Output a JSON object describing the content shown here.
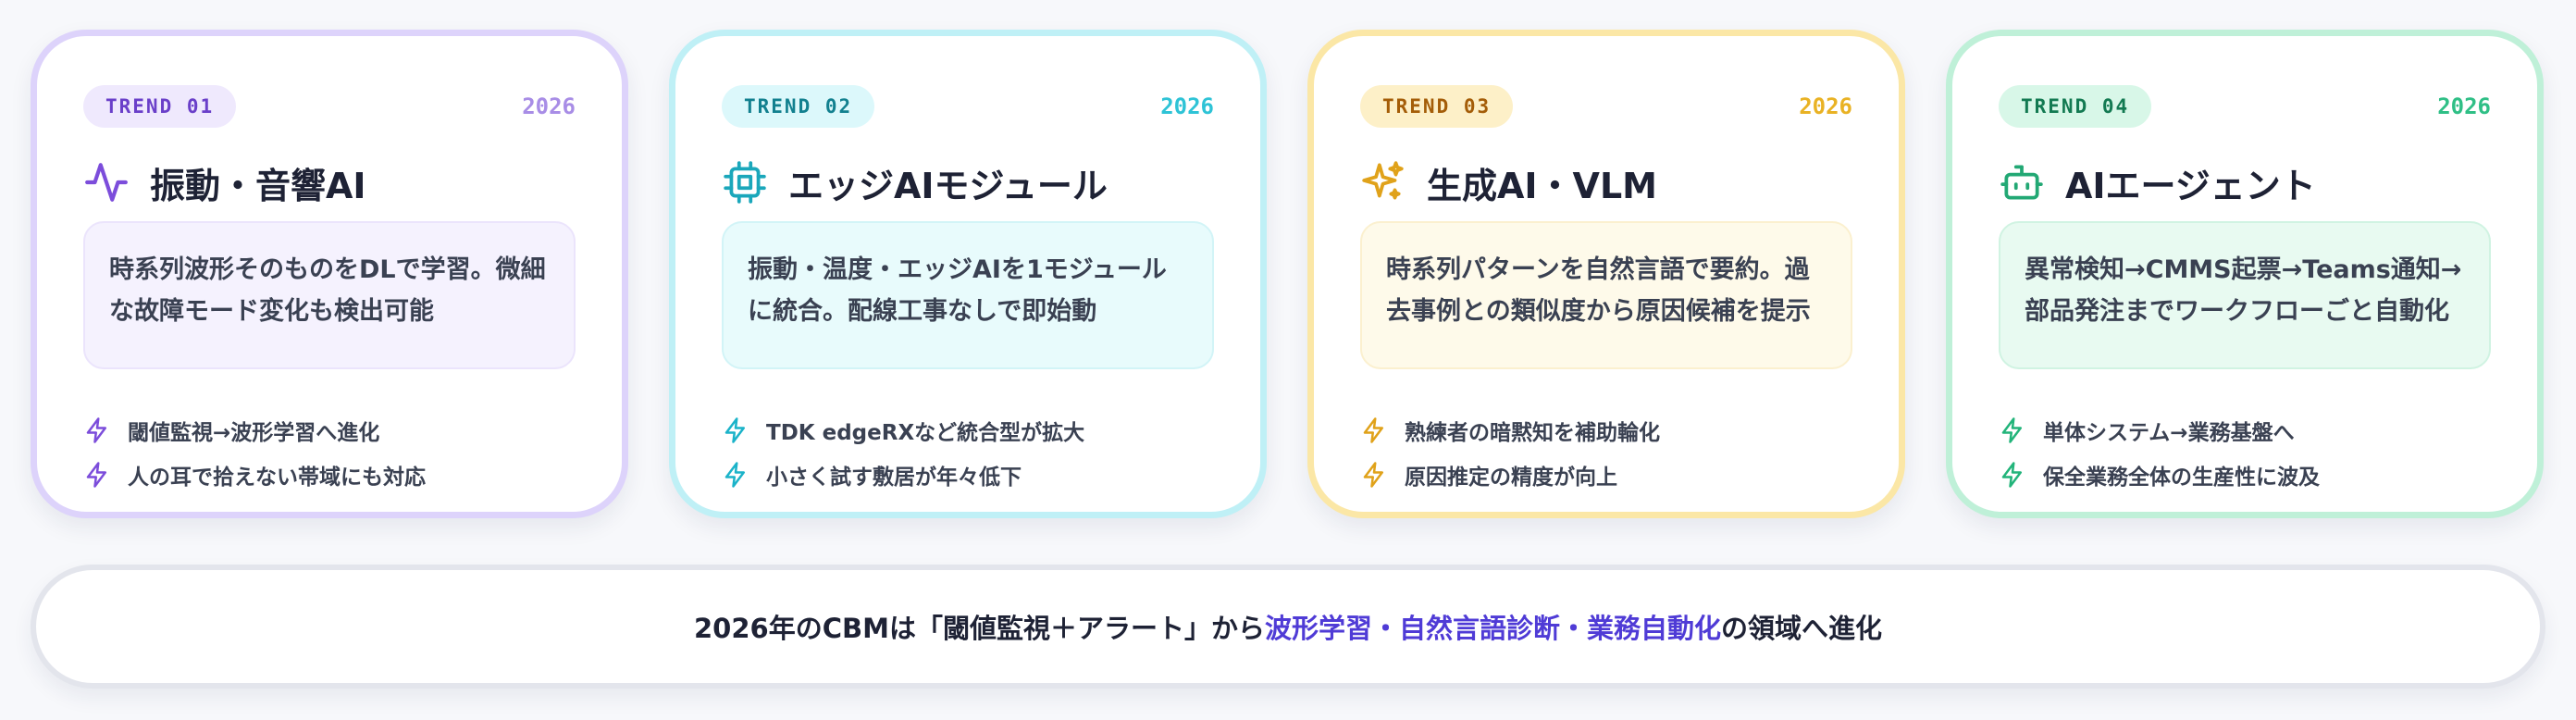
{
  "colors": {
    "purple": "#7c4ddb",
    "cyan": "#1bb3c9",
    "amber": "#e0a21a",
    "green": "#22b47a",
    "highlight": "#4f3bd6"
  },
  "cards": [
    {
      "tag": "TREND 01",
      "year": "2026",
      "icon": "activity-wave-icon",
      "title": "振動・音響AI",
      "description": [
        "時系列波形そのものをDLで学習。微細",
        "な故障モード変化も検出可能"
      ],
      "bullets": [
        "閾値監視→波形学習へ進化",
        "人の耳で拾えない帯域にも対応"
      ]
    },
    {
      "tag": "TREND 02",
      "year": "2026",
      "icon": "chip-icon",
      "title": "エッジAIモジュール",
      "description": [
        "振動・温度・エッジAIを1モジュール",
        "に統合。配線工事なしで即始動"
      ],
      "bullets": [
        "TDK edgeRXなど統合型が拡大",
        "小さく試す敷居が年々低下"
      ]
    },
    {
      "tag": "TREND 03",
      "year": "2026",
      "icon": "sparkles-icon",
      "title": "生成AI・VLM",
      "description": [
        "時系列パターンを自然言語で要約。過",
        "去事例との類似度から原因候補を提示"
      ],
      "bullets": [
        "熟練者の暗黙知を補助輪化",
        "原因推定の精度が向上"
      ]
    },
    {
      "tag": "TREND 04",
      "year": "2026",
      "icon": "robot-icon",
      "title": "AIエージェント",
      "description": [
        "異常検知→CMMS起票→Teams通知→",
        "部品発注までワークフローごと自動化"
      ],
      "bullets": [
        "単体システム→業務基盤へ",
        "保全業務全体の生産性に波及"
      ]
    }
  ],
  "summary": {
    "prefix": "2026年のCBMは「閾値監視＋アラート」から",
    "highlight": "波形学習・自然言語診断・業務自動化",
    "suffix": "の領域へ進化"
  }
}
